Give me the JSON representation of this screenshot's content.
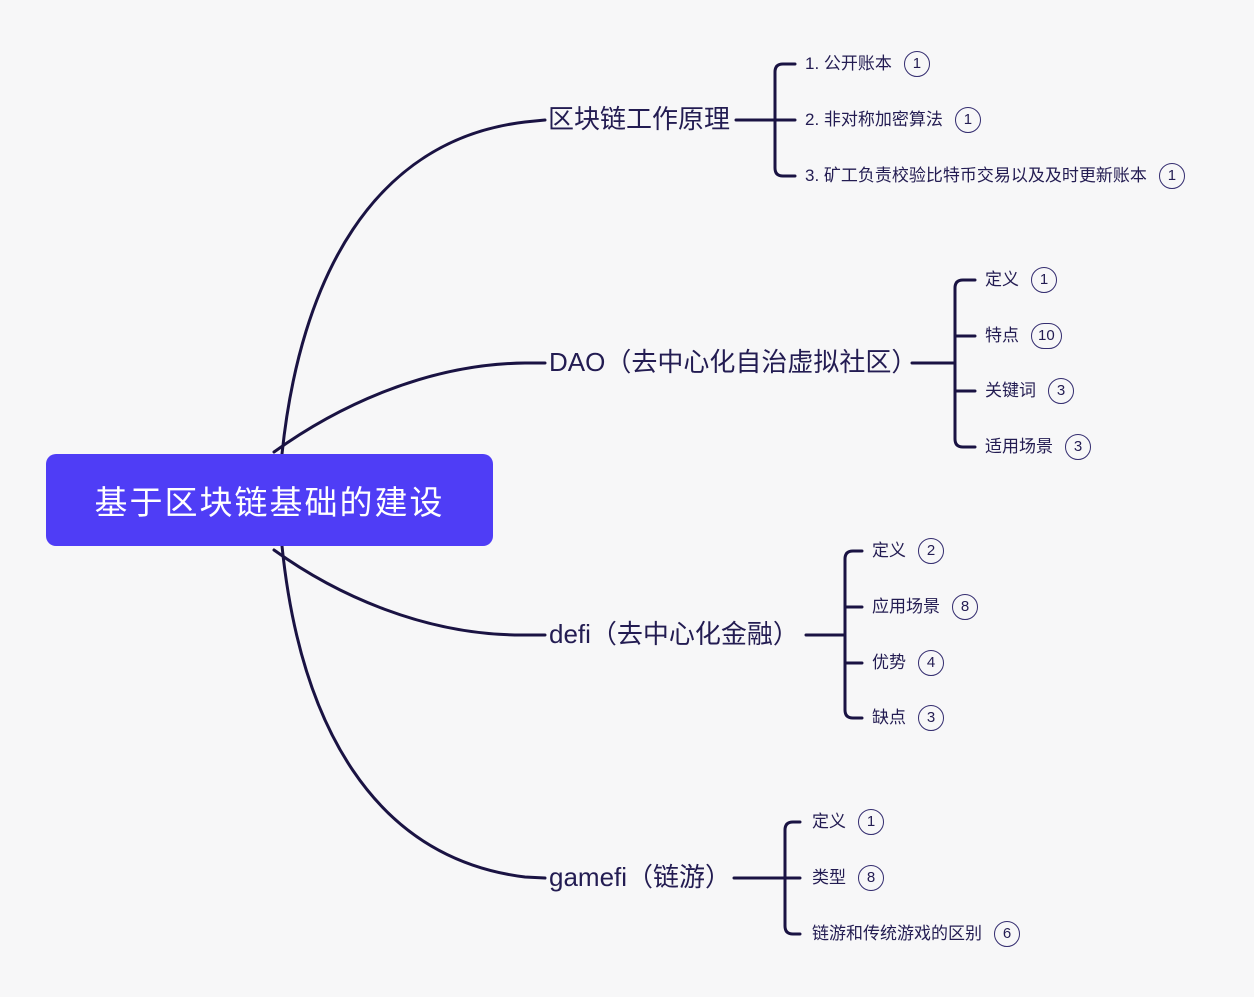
{
  "colors": {
    "background": "#F7F7F8",
    "root_bg": "#4F3DF6",
    "root_text": "#FFFFFF",
    "line": "#1A1343",
    "text": "#231C52",
    "badge_border": "#332C6F",
    "badge_text": "#231C52"
  },
  "root": {
    "label": "基于区块链基础的建设"
  },
  "branches": [
    {
      "label": "区块链工作原理",
      "children": [
        {
          "label": "1. 公开账本",
          "count": "1"
        },
        {
          "label": "2. 非对称加密算法",
          "count": "1"
        },
        {
          "label": "3. 矿工负责校验比特币交易以及及时更新账本",
          "count": "1"
        }
      ]
    },
    {
      "label": "DAO（去中心化自治虚拟社区）",
      "children": [
        {
          "label": "定义",
          "count": "1"
        },
        {
          "label": "特点",
          "count": "10"
        },
        {
          "label": "关键词",
          "count": "3"
        },
        {
          "label": "适用场景",
          "count": "3"
        }
      ]
    },
    {
      "label": "defi（去中心化金融）",
      "children": [
        {
          "label": "定义",
          "count": "2"
        },
        {
          "label": "应用场景",
          "count": "8"
        },
        {
          "label": "优势",
          "count": "4"
        },
        {
          "label": "缺点",
          "count": "3"
        }
      ]
    },
    {
      "label": "gamefi（链游）",
      "children": [
        {
          "label": "定义",
          "count": "1"
        },
        {
          "label": "类型",
          "count": "8"
        },
        {
          "label": "链游和传统游戏的区别",
          "count": "6"
        }
      ]
    }
  ]
}
